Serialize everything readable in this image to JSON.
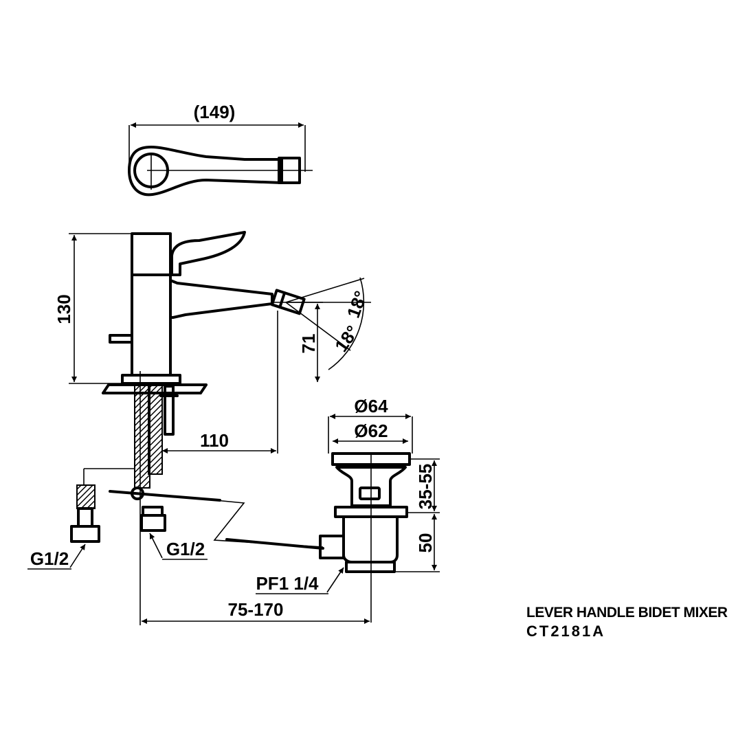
{
  "dimensions": {
    "top_width": "(149)",
    "height_total": "130",
    "spout_height": "71",
    "spout_reach": "110",
    "angle_upper": "18°",
    "angle_lower": "18°",
    "waste_outer_diameter": "Ø64",
    "waste_inner_diameter": "Ø62",
    "waste_flange_range": "35-55",
    "waste_body_height": "50",
    "center_distance": "75-170"
  },
  "connections": {
    "left_inlet": "G1/2",
    "right_inlet": "G1/2",
    "waste_thread": "PF1 1/4"
  },
  "product": {
    "name": "LEVER HANDLE BIDET MIXER",
    "code": "CT2181A"
  }
}
